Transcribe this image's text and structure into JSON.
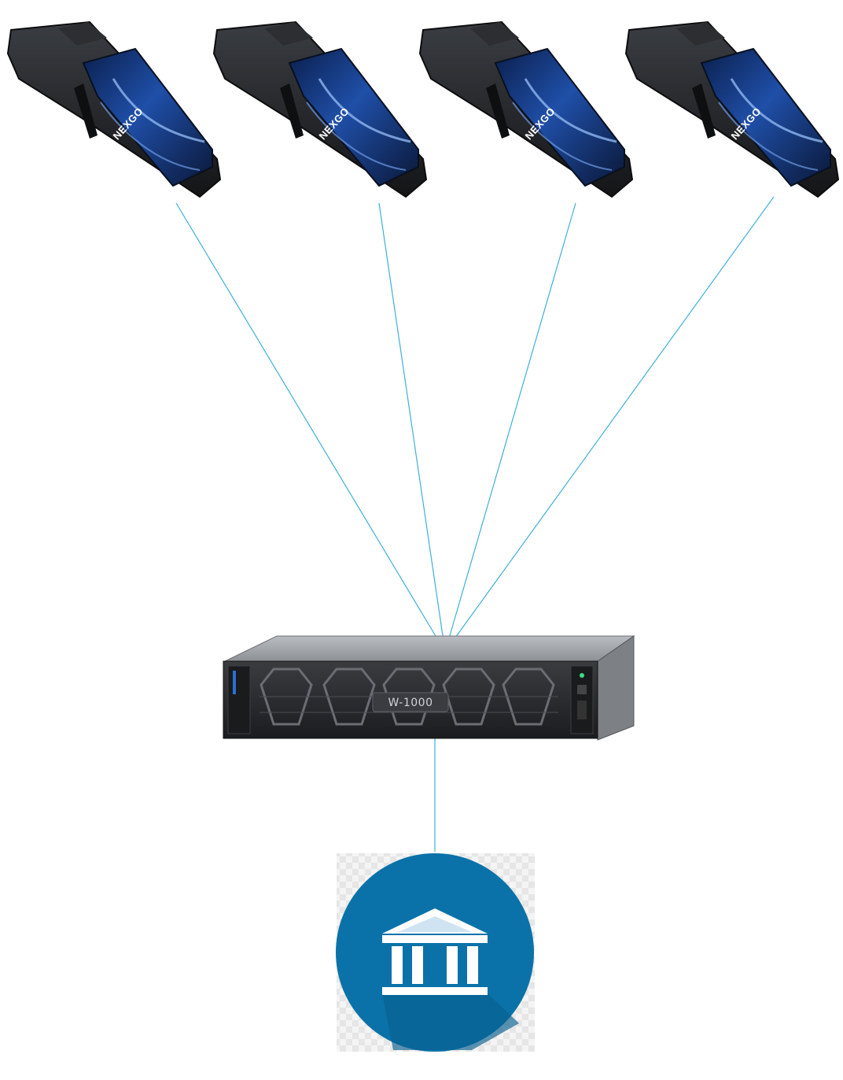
{
  "colors": {
    "connector": "#3fb0d9",
    "terminal_body": "#202225",
    "terminal_screen": "#12306e",
    "server_body": "#2a2c30",
    "bank_circle": "#0a72a8",
    "bank_icon": "#ffffff"
  },
  "terminals": [
    {
      "brand": "NEXGO",
      "icon": "pos-terminal-icon"
    },
    {
      "brand": "NEXGO",
      "icon": "pos-terminal-icon"
    },
    {
      "brand": "NEXGO",
      "icon": "pos-terminal-icon"
    },
    {
      "brand": "NEXGO",
      "icon": "pos-terminal-icon"
    }
  ],
  "server": {
    "label": "W-1000",
    "icon": "rack-server-icon"
  },
  "bank": {
    "icon": "bank-building-icon"
  }
}
